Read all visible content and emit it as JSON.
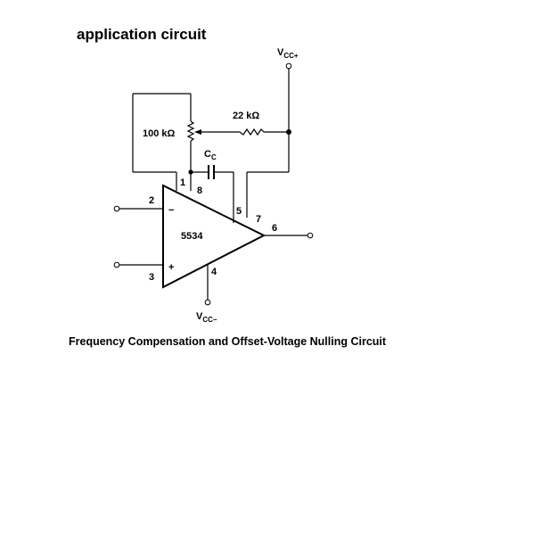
{
  "page": {
    "heading": "application circuit",
    "caption": "Frequency Compensation and Offset-Voltage Nulling Circuit"
  },
  "circuit": {
    "opamp_label": "5534",
    "vcc_plus": {
      "main": "V",
      "sub": "CC+"
    },
    "vcc_minus": {
      "main": "V",
      "sub": "CC−"
    },
    "potentiometer_label": "100 kΩ",
    "resistor_label": "22 kΩ",
    "capacitor_label": {
      "main": "C",
      "sub": "C"
    },
    "inverting_symbol": "−",
    "noninverting_symbol": "+",
    "pins": {
      "p1": "1",
      "p2": "2",
      "p3": "3",
      "p4": "4",
      "p5": "5",
      "p6": "6",
      "p7": "7",
      "p8": "8"
    }
  }
}
